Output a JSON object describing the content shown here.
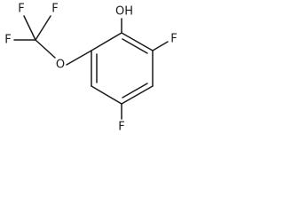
{
  "molecule": {
    "atoms": {
      "oh": "OH",
      "f_ring_right": "F",
      "f_ring_bottom": "F",
      "o_ether": "O",
      "f_cf3_top_left": "F",
      "f_cf3_top_right": "F",
      "f_cf3_left": "F"
    }
  }
}
